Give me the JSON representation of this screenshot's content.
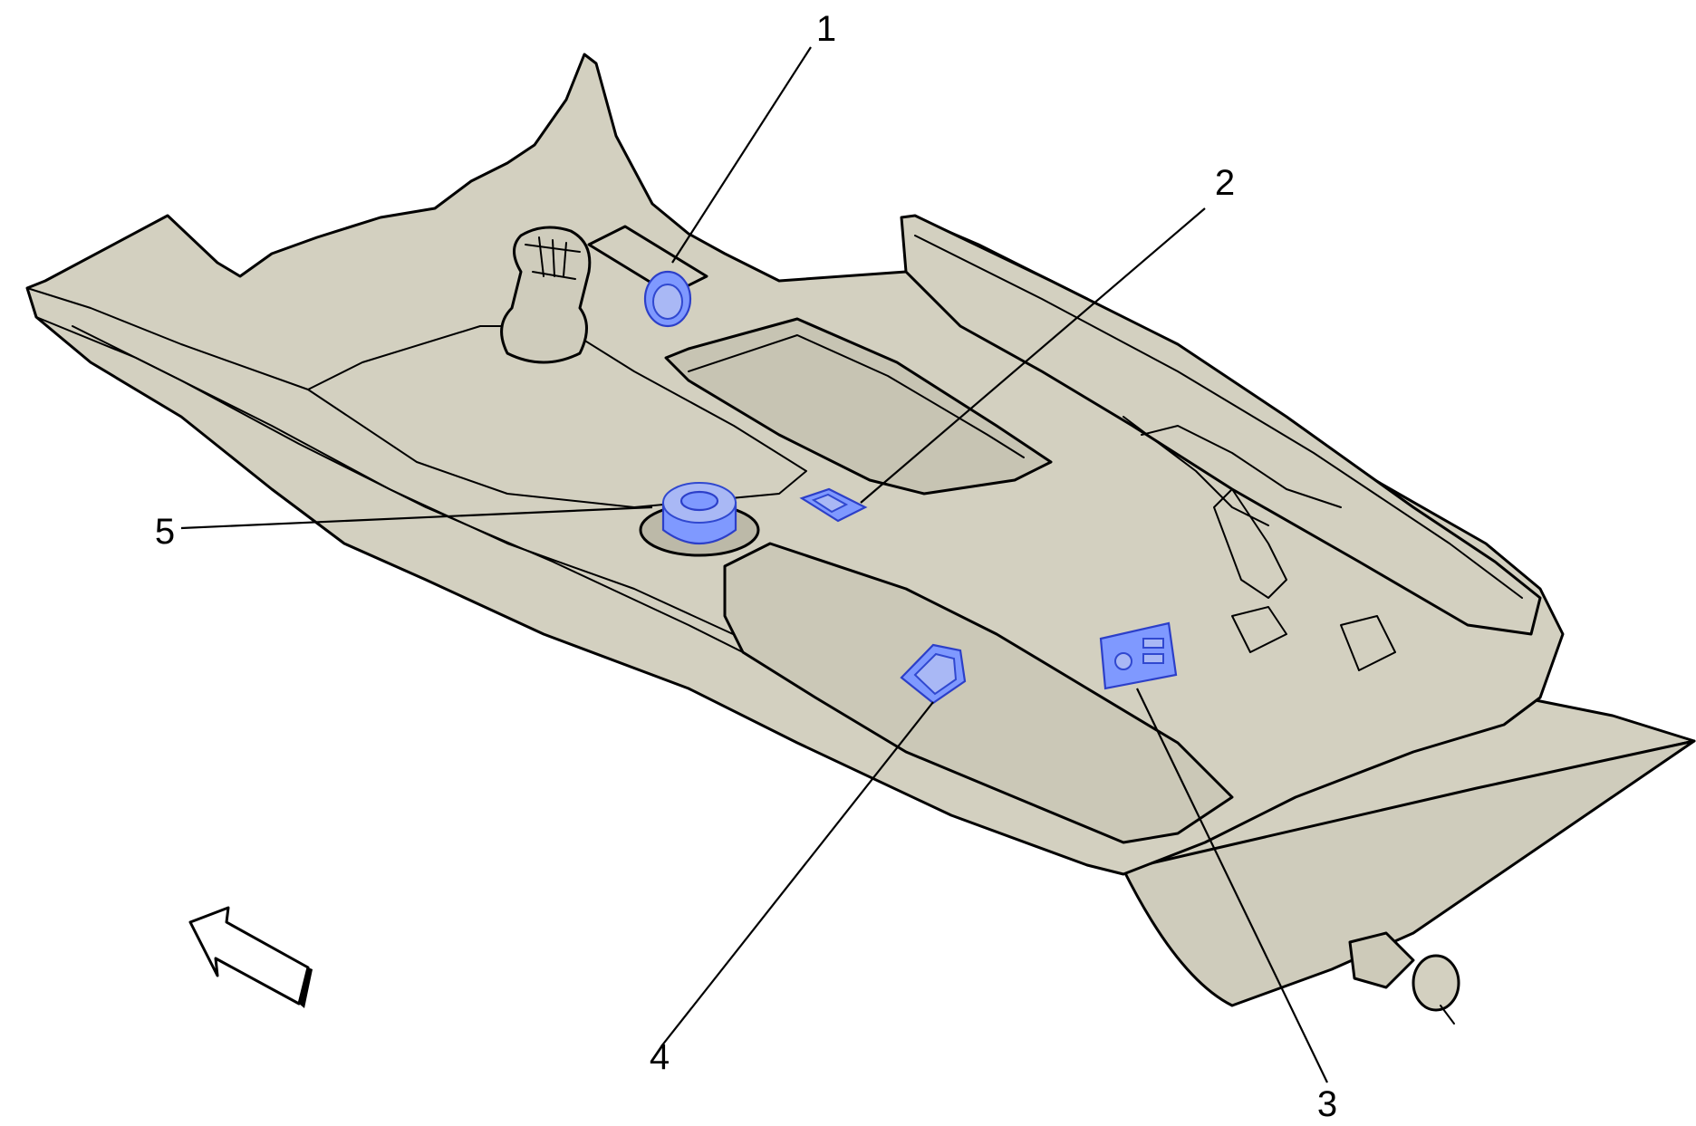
{
  "colors": {
    "trim": "#d3d0c0",
    "trim_shadow": "#bcb9a8",
    "highlight_part": "#7f99ff",
    "outline": "#000000"
  },
  "callouts": [
    {
      "id": "1",
      "label": "1"
    },
    {
      "id": "2",
      "label": "2"
    },
    {
      "id": "3",
      "label": "3"
    },
    {
      "id": "4",
      "label": "4"
    },
    {
      "id": "5",
      "label": "5"
    }
  ],
  "icons": {
    "direction_arrow": "front-direction-arrow-icon"
  }
}
